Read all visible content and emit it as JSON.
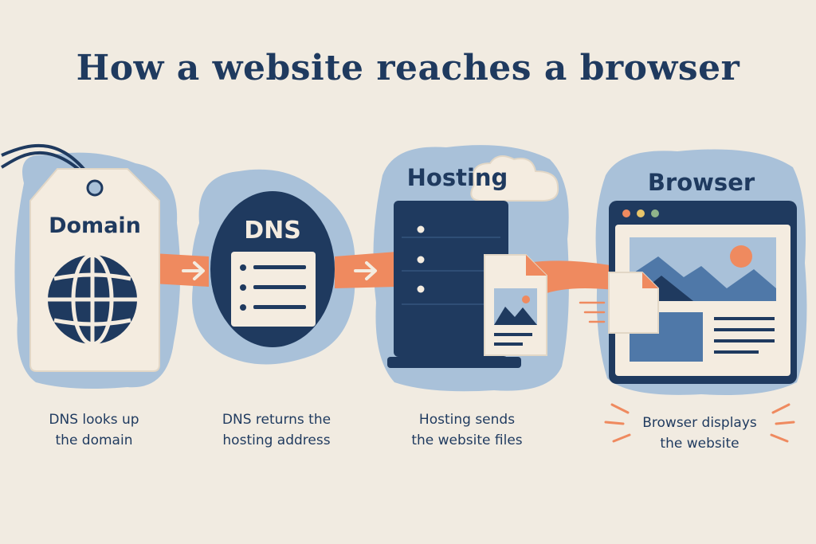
{
  "title": "How a website reaches a browser",
  "colors": {
    "background": "#f1ebe1",
    "navy": "#1f3a5f",
    "paper": "#f4ece0",
    "blob": "#a9c1d9",
    "accent": "#ef8a5f",
    "image_blue": "#4f78a8"
  },
  "steps": [
    {
      "label": "Domain",
      "icon": "domain-tag-globe-icon",
      "caption_line1": "DNS looks up",
      "caption_line2": "the domain"
    },
    {
      "label": "DNS",
      "icon": "dns-list-icon",
      "caption_line1": "DNS returns the",
      "caption_line2": "hosting address"
    },
    {
      "label": "Hosting",
      "icon": "server-cloud-icon",
      "caption_line1": "Hosting sends",
      "caption_line2": "the website files"
    },
    {
      "label": "Browser",
      "icon": "browser-window-icon",
      "caption_line1": "Browser displays",
      "caption_line2": "the website"
    }
  ]
}
